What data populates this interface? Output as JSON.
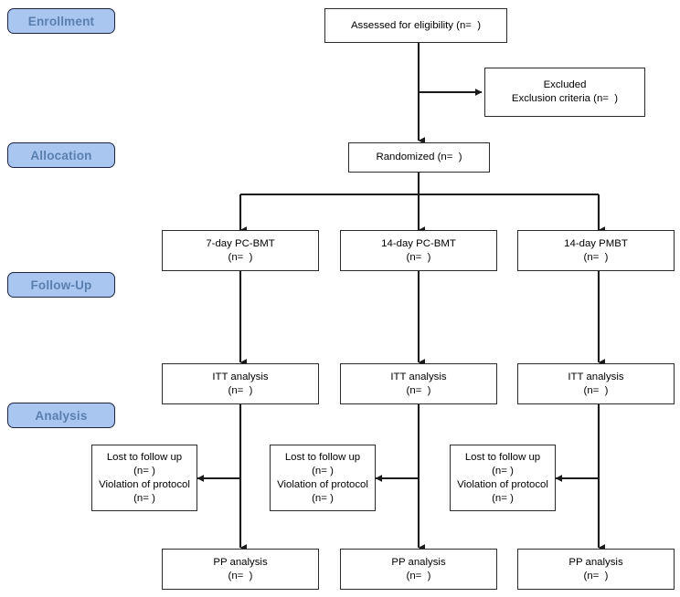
{
  "diagram": {
    "type": "consort-flow-diagram",
    "title": "CONSORT participant flow diagram",
    "accent_color": "#a8c6f0",
    "stage_border_color": "#1f2340",
    "stage_text_color": "#5a7fae",
    "node_border_color": "#2b2b2b",
    "node_text_color": "#000000",
    "background_color": "#ffffff"
  },
  "stages": [
    {
      "id": "enrollment",
      "label": "Enrollment"
    },
    {
      "id": "allocation",
      "label": "Allocation"
    },
    {
      "id": "follow-up",
      "label": "Follow-Up"
    },
    {
      "id": "analysis",
      "label": "Analysis"
    }
  ],
  "nodes": {
    "assessed": {
      "lines": [
        "Assessed for eligibility (n=  )"
      ]
    },
    "excluded": {
      "lines": [
        "Excluded",
        "Exclusion criteria (n=  )"
      ]
    },
    "randomized": {
      "lines": [
        "Randomized (n=  )"
      ]
    },
    "arm1": {
      "lines": [
        "7-day PC-BMT",
        "(n=  )"
      ]
    },
    "arm2": {
      "lines": [
        "14-day PC-BMT",
        "(n=  )"
      ]
    },
    "arm3": {
      "lines": [
        "14-day PMBT",
        "(n=  )"
      ]
    },
    "itt1": {
      "lines": [
        "ITT analysis",
        "(n=  )"
      ]
    },
    "itt2": {
      "lines": [
        "ITT analysis",
        "(n=  )"
      ]
    },
    "itt3": {
      "lines": [
        "ITT analysis",
        "(n=  )"
      ]
    },
    "loss1": {
      "lines": [
        "Lost to follow up",
        "(n= )",
        "Violation of protocol",
        "(n= )"
      ]
    },
    "loss2": {
      "lines": [
        "Lost to follow up",
        "(n= )",
        "Violation of protocol",
        "(n= )"
      ]
    },
    "loss3": {
      "lines": [
        "Lost to follow up",
        "(n= )",
        "Violation of protocol",
        "(n= )"
      ]
    },
    "pp1": {
      "lines": [
        "PP analysis",
        "(n=  )"
      ]
    },
    "pp2": {
      "lines": [
        "PP analysis",
        "(n=  )"
      ]
    },
    "pp3": {
      "lines": [
        "PP analysis",
        "(n=  )"
      ]
    }
  }
}
